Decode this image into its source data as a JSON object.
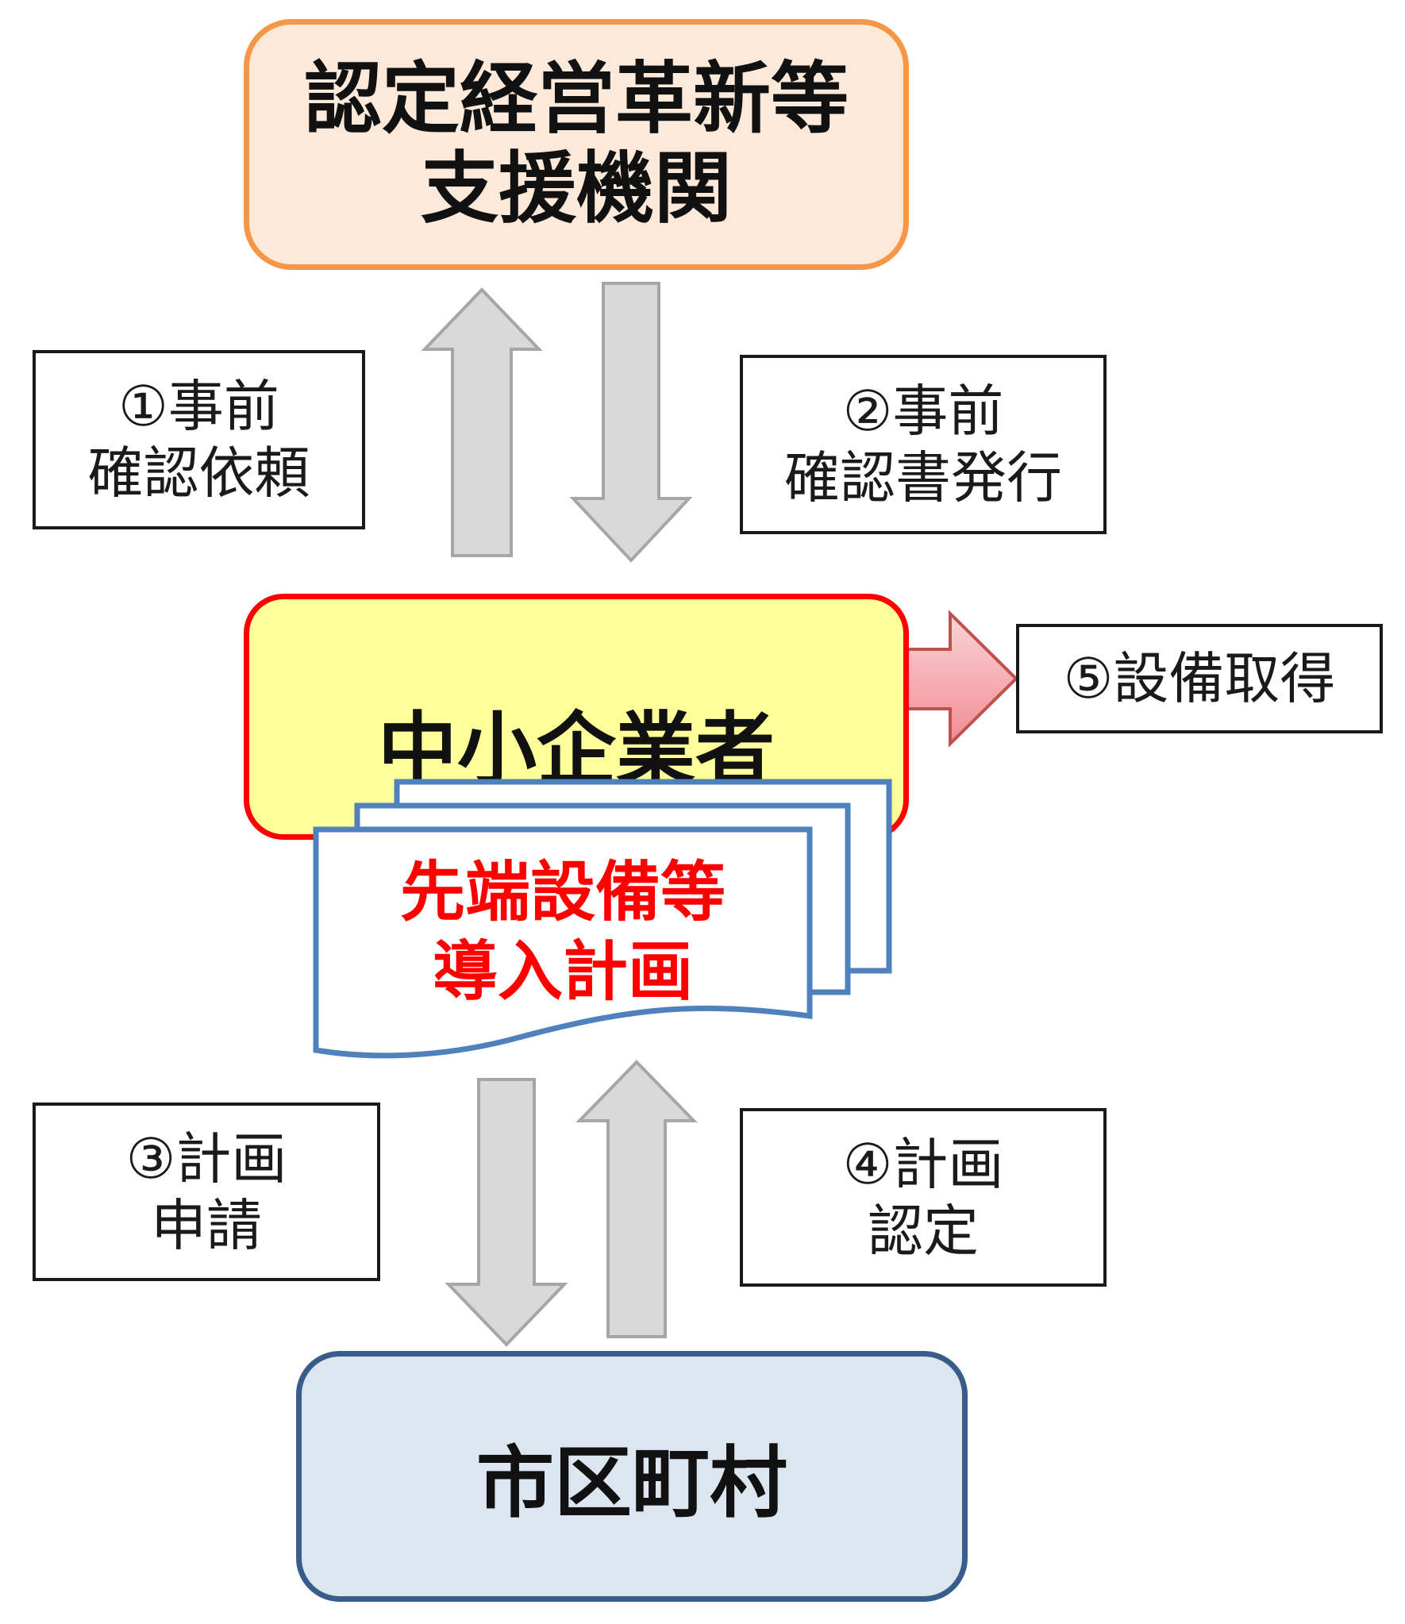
{
  "nodes": {
    "support_org": {
      "text": "認定経営革新等\n支援機関",
      "fill": "#fde9d9",
      "border": "#f79646"
    },
    "sme": {
      "text": "中小企業者",
      "fill": "#ffff99",
      "border": "#ff0000"
    },
    "plan_doc": {
      "text": "先端設備等\n導入計画",
      "color": "#ff0000",
      "border": "#4f81bd"
    },
    "municipality": {
      "text": "市区町村",
      "fill": "#dce6f1",
      "border": "#385d8a"
    }
  },
  "steps": {
    "s1": "①事前\n確認依頼",
    "s2": "②事前\n確認書発行",
    "s3": "③計画\n申請",
    "s4": "④計画\n認定",
    "s5": "⑤設備取得"
  },
  "colors": {
    "arrow_fill": "#d9d9d9",
    "arrow_stroke": "#a6a6a6",
    "acquire_arrow_fill": "#f4a0a6",
    "acquire_arrow_stroke": "#c0504d"
  }
}
